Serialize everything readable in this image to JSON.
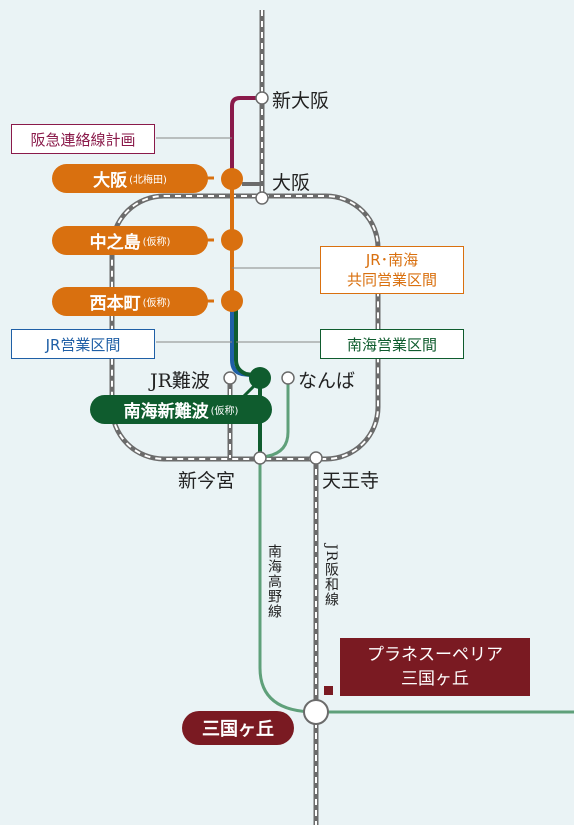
{
  "colors": {
    "background": "#eaf3f5",
    "jr_line": "#6b6b6b",
    "hankyu_link": "#8a1a4a",
    "shared_section": "#d9700f",
    "jr_section": "#1f5fa6",
    "nankai_section": "#0f5c2e",
    "nankai_koya": "#5fa07a",
    "highlight": "#7a1a22"
  },
  "stations": {
    "shin_osaka": "新大阪",
    "osaka": "大阪",
    "jr_namba": "JR難波",
    "namba": "なんば",
    "shin_imamiya": "新今宮",
    "tennoji": "天王寺"
  },
  "planned_stations": [
    {
      "name": "大阪",
      "note": "(北梅田)"
    },
    {
      "name": "中之島",
      "note": "(仮称)"
    },
    {
      "name": "西本町",
      "note": "(仮称)"
    }
  ],
  "nankai_shin_namba": {
    "name": "南海新難波",
    "note": "(仮称)"
  },
  "labels": {
    "hankyu_link": "阪急連絡線計画",
    "jr_nankai_shared_line1": "JR･南海",
    "jr_nankai_shared_line2": "共同営業区間",
    "jr_section": "JR営業区間",
    "nankai_section": "南海営業区間"
  },
  "lines": {
    "nankai_koya": "南海高野線",
    "jr_hanwa": "JR阪和線"
  },
  "property": {
    "line1": "プラネスーペリア",
    "line2": "三国ヶ丘"
  },
  "mikunigaoka": "三国ヶ丘"
}
